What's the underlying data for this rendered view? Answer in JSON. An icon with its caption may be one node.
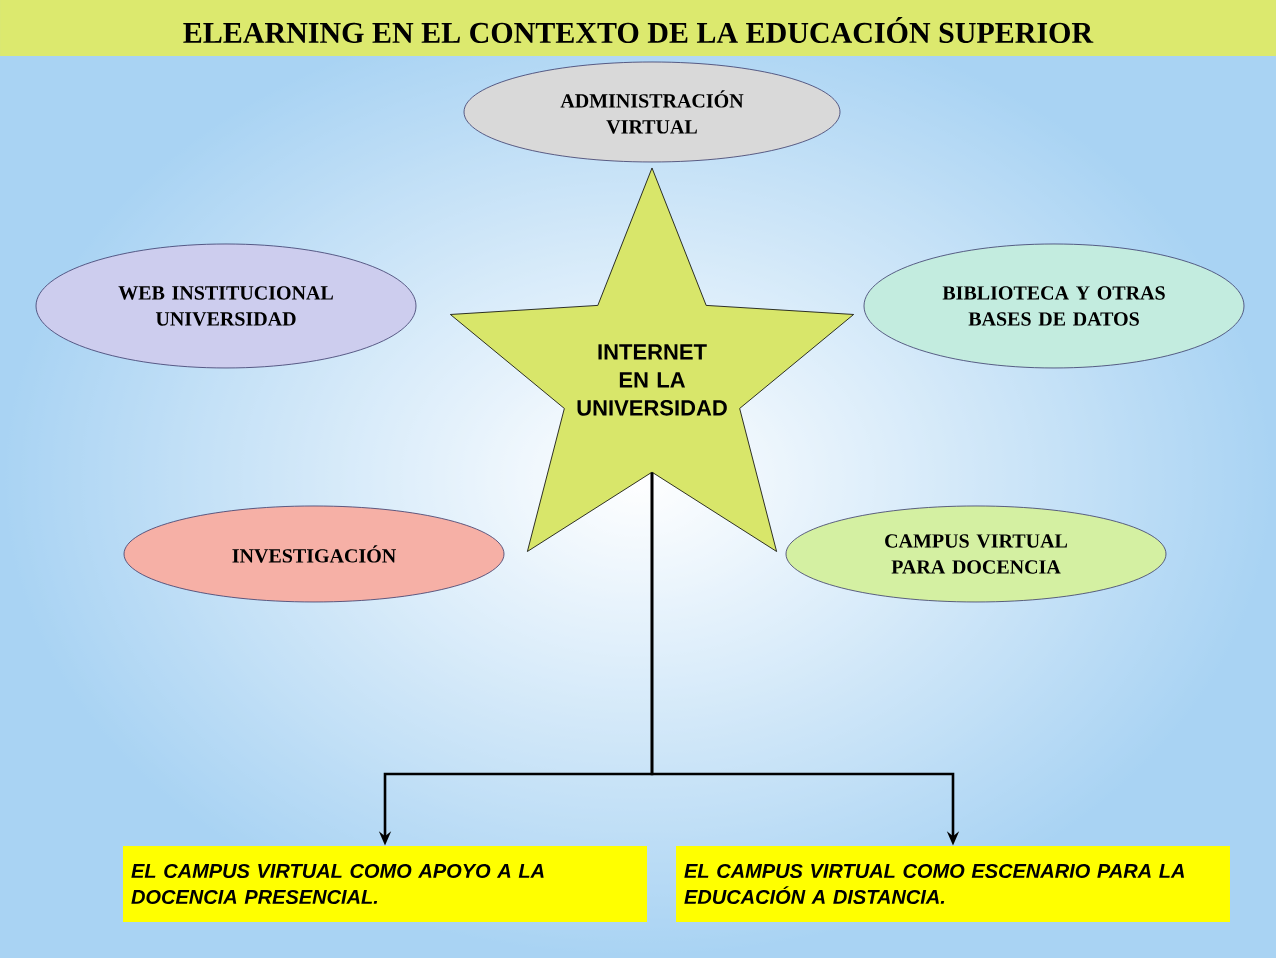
{
  "diagram": {
    "title": "ELEARNING EN EL CONTEXTO DE LA EDUCACIÓN SUPERIOR",
    "nodes": [
      {
        "text": [
          "INTERNET EN LA UNIVERSIDAD"
        ]
      },
      {
        "text": [
          "ADMINISTRACIÓN VIRTUAL"
        ]
      },
      {
        "text": [
          "WEB INSTITUCIONAL UNIVERSIDAD"
        ]
      },
      {
        "text": [
          "BIBLIOTECA Y OTRAS BASES DE DATOS"
        ]
      },
      {
        "text": [
          "INVESTIGACIÓN"
        ]
      },
      {
        "text": [
          "CAMPUS VIRTUAL PARA DOCENCIA"
        ]
      },
      {
        "text": [
          "EL CAMPUS VIRTUAL COMO APOYO A LA DOCENCIA PRESENCIAL."
        ]
      },
      {
        "text": [
          "EL CAMPUS VIRTUAL COMO ESCENARIO PARA LA EDUCACIÓN A DISTANCIA."
        ]
      }
    ],
    "edges": [
      {
        "from": 0,
        "to": 6,
        "arrow": "to"
      },
      {
        "from": 0,
        "to": 7,
        "arrow": "to"
      }
    ]
  }
}
